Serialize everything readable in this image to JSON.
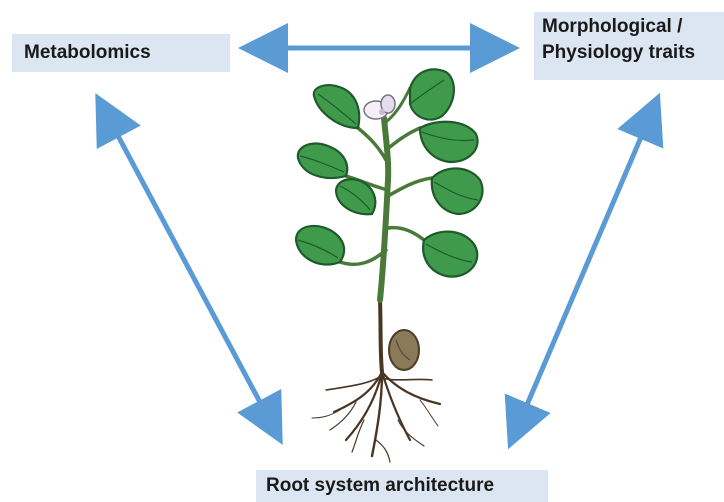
{
  "nodes": {
    "metabolomics": "Metabolomics",
    "morphological_line1": "Morphological /",
    "morphological_line2": "Physiology traits",
    "root_system": "Root system architecture"
  },
  "colors": {
    "arrow": "#5b9bd5",
    "label_background": "#dbe6f2",
    "leaf": "#3f9a4b",
    "leaf_dark": "#1e5a2a",
    "stem": "#4a7a3a",
    "root": "#4a3524",
    "seed": "#8a7a58",
    "flower": "#f4f0f6"
  },
  "icons": {
    "plant": "soybean-seedling-illustration"
  }
}
